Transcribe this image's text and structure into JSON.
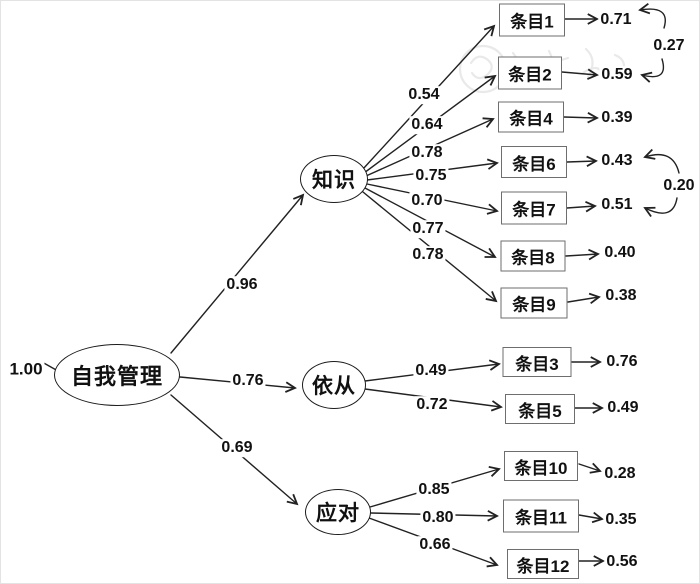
{
  "model": {
    "variance": "1.00",
    "latent": "自我管理",
    "factors": [
      {
        "label": "知识",
        "coef": "0.96"
      },
      {
        "label": "依从",
        "coef": "0.76"
      },
      {
        "label": "应对",
        "coef": "0.69"
      }
    ],
    "items": [
      {
        "label": "条目1",
        "loading": "0.54",
        "error": "0.71"
      },
      {
        "label": "条目2",
        "loading": "0.64",
        "error": "0.59"
      },
      {
        "label": "条目4",
        "loading": "0.78",
        "error": "0.39"
      },
      {
        "label": "条目6",
        "loading": "0.75",
        "error": "0.43"
      },
      {
        "label": "条目7",
        "loading": "0.70",
        "error": "0.51"
      },
      {
        "label": "条目8",
        "loading": "0.77",
        "error": "0.40"
      },
      {
        "label": "条目9",
        "loading": "0.78",
        "error": "0.38"
      },
      {
        "label": "条目3",
        "loading": "0.49",
        "error": "0.76"
      },
      {
        "label": "条目5",
        "loading": "0.72",
        "error": "0.49"
      },
      {
        "label": "条目10",
        "loading": "0.85",
        "error": "0.28"
      },
      {
        "label": "条目11",
        "loading": "0.80",
        "error": "0.35"
      },
      {
        "label": "条目12",
        "loading": "0.66",
        "error": "0.56"
      }
    ],
    "covariances": [
      {
        "value": "0.27",
        "between": "条目1-条目2"
      },
      {
        "value": "0.20",
        "between": "条目6-条目7"
      }
    ],
    "colors": {
      "line": "#222222",
      "box_border": "#6e6e6e",
      "text": "#111111"
    }
  }
}
